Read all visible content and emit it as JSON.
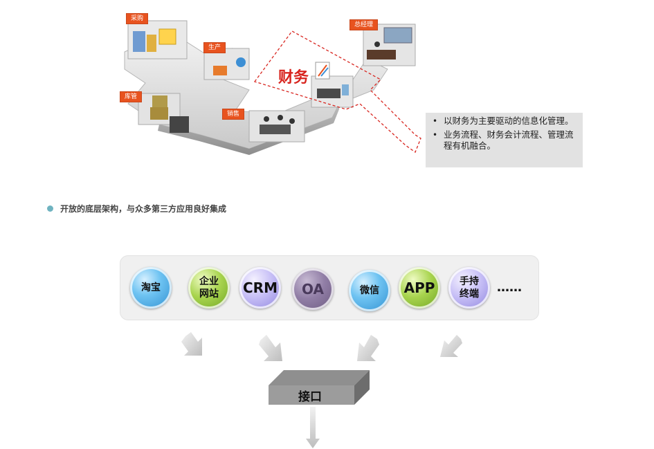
{
  "illustration": {
    "departments": {
      "procurement": "采购",
      "production": "生产",
      "warehouse": "库管",
      "sales": "销售",
      "general_manager": "总经理"
    },
    "finance_label": "财务"
  },
  "info_box": {
    "items": [
      "以财务为主要驱动的信息化管理。",
      "业务流程、财务会计流程、管理流程有机融合。"
    ]
  },
  "section_heading": "开放的底层架构，与众多第三方应用良好集成",
  "apps": [
    {
      "label": "淘宝",
      "color": "blue"
    },
    {
      "label": "企业\n网站",
      "color": "green"
    },
    {
      "label": "CRM",
      "color": "lavender"
    },
    {
      "label": "OA",
      "color": "purple"
    },
    {
      "label": "微信",
      "color": "blue"
    },
    {
      "label": "APP",
      "color": "green"
    },
    {
      "label": "手持\n终端",
      "color": "lavender"
    }
  ],
  "more_label": "……",
  "interface_label": "接口",
  "colors": {
    "accent_orange": "#e8531f",
    "finance_red": "#d8251f",
    "info_bg": "#e2e2e2",
    "heading_dot": "#6fb3c0"
  }
}
